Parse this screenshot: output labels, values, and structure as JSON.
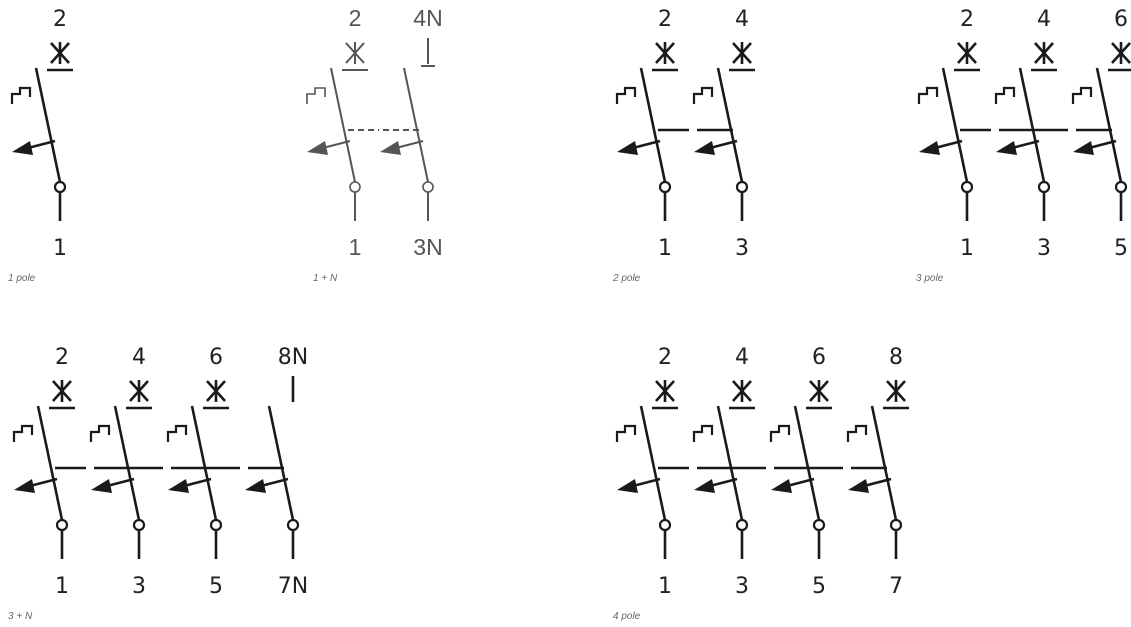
{
  "colors": {
    "stroke": "#1a1a1a",
    "grey": "#555555",
    "caption": "#666666"
  },
  "diagrams": [
    {
      "id": "1-pole",
      "caption": "1 pole",
      "poles": [
        {
          "top": "2",
          "bottom": "1",
          "type": "trip"
        }
      ]
    },
    {
      "id": "1-n",
      "caption": "1 + N",
      "poles": [
        {
          "top": "2",
          "bottom": "1",
          "type": "trip"
        },
        {
          "top": "4N",
          "bottom": "3N",
          "type": "neutral"
        }
      ]
    },
    {
      "id": "2-pole",
      "caption": "2 pole",
      "poles": [
        {
          "top": "2",
          "bottom": "1",
          "type": "trip"
        },
        {
          "top": "4",
          "bottom": "3",
          "type": "trip"
        }
      ]
    },
    {
      "id": "3-pole",
      "caption": "3 pole",
      "poles": [
        {
          "top": "2",
          "bottom": "1",
          "type": "trip"
        },
        {
          "top": "4",
          "bottom": "3",
          "type": "trip"
        },
        {
          "top": "6",
          "bottom": "5",
          "type": "trip"
        }
      ]
    },
    {
      "id": "3-n",
      "caption": "3 + N",
      "poles": [
        {
          "top": "2",
          "bottom": "1",
          "type": "trip"
        },
        {
          "top": "4",
          "bottom": "3",
          "type": "trip"
        },
        {
          "top": "6",
          "bottom": "5",
          "type": "trip"
        },
        {
          "top": "8N",
          "bottom": "7N",
          "type": "neutral"
        }
      ]
    },
    {
      "id": "4-pole",
      "caption": "4 pole",
      "poles": [
        {
          "top": "2",
          "bottom": "1",
          "type": "trip"
        },
        {
          "top": "4",
          "bottom": "3",
          "type": "trip"
        },
        {
          "top": "6",
          "bottom": "5",
          "type": "trip"
        },
        {
          "top": "8",
          "bottom": "7",
          "type": "trip"
        }
      ]
    }
  ]
}
